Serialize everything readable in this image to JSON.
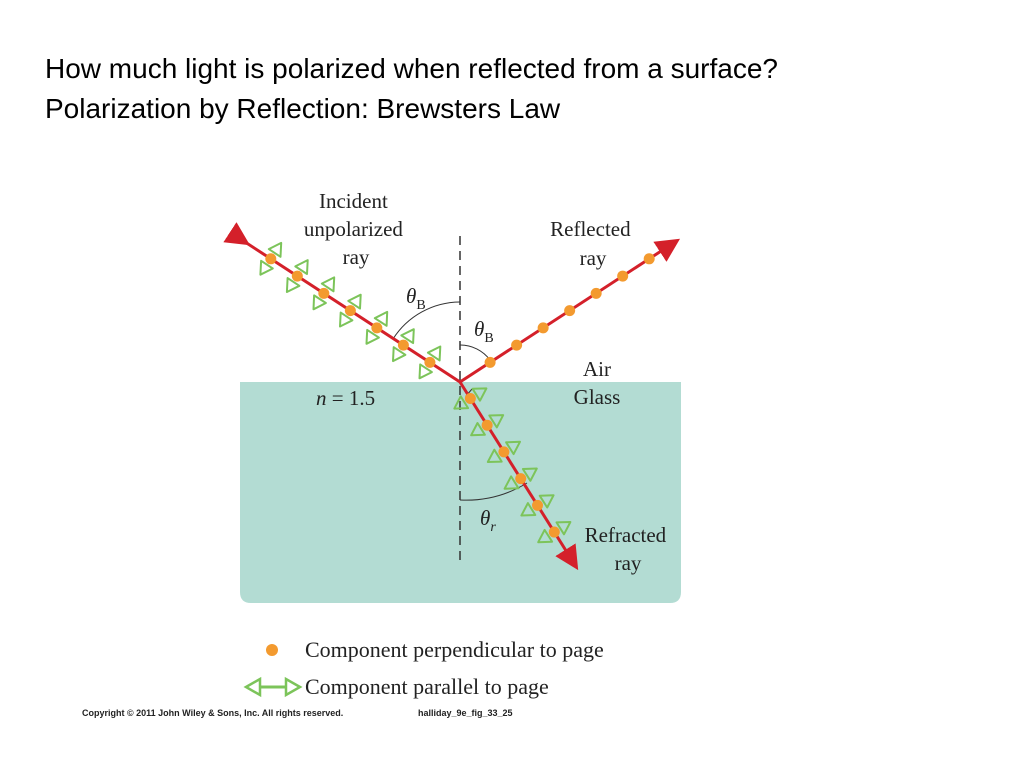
{
  "slide": {
    "title_line1": "How much light is polarized when reflected from a surface?",
    "title_line2": "Polarization by Reflection: Brewsters Law"
  },
  "diagram": {
    "incident_label": [
      "Incident",
      "unpolarized",
      "ray"
    ],
    "reflected_label": [
      "Reflected",
      "ray"
    ],
    "refracted_label": [
      "Refracted",
      "ray"
    ],
    "medium_top": "Air",
    "medium_bottom": "Glass",
    "index_variable": "n",
    "index_value": " = 1.5",
    "angle_theta": "θ",
    "angle_brewster_subscript": "B",
    "angle_refraction_subscript": "r",
    "legend_perpendicular": "Component perpendicular to page",
    "legend_parallel": "Component parallel to page"
  },
  "footer": {
    "copyright": "Copyright © 2011 John Wiley & Sons, Inc. All rights reserved.",
    "figure_id": "halliday_9e_fig_33_25"
  },
  "colors": {
    "glass": "#b3dcd3",
    "ray": "#d4202a",
    "dot": "#f39a2f",
    "parallel_marker": "#7cc45a"
  }
}
